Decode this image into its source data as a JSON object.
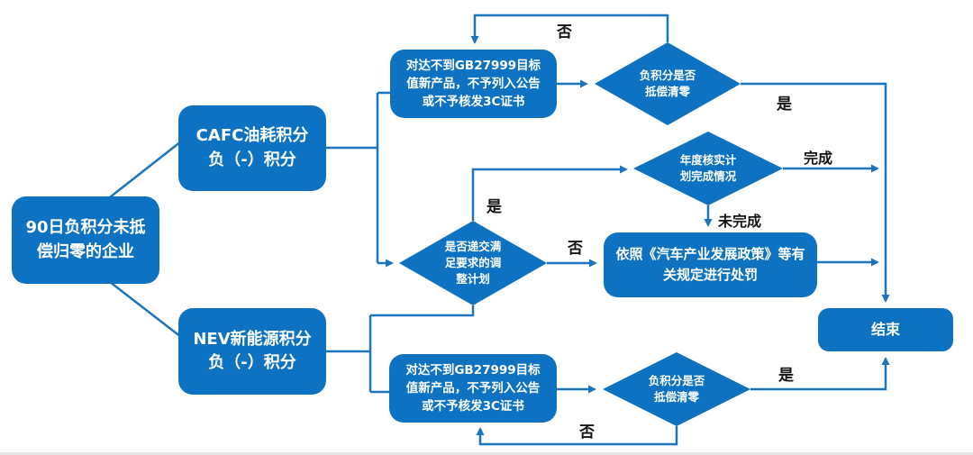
{
  "colors": {
    "node_blue": "#0d72c2",
    "line_blue": "#1a74be",
    "label_black": "#141414",
    "node_text": "#ffffff"
  },
  "nodes": {
    "start": {
      "lines": [
        "90日负积分未抵",
        "偿归零的企业"
      ]
    },
    "cafc": {
      "lines": [
        "CAFC油耗积分",
        "负（-）积分"
      ]
    },
    "nev": {
      "lines": [
        "NEV新能源积分",
        "负（-）积分"
      ]
    },
    "gb_top": {
      "lines": [
        "对达不到GB27999目标",
        "值新产品，不予列入公告",
        "或不予核发3C证书"
      ]
    },
    "gb_bottom": {
      "lines": [
        "对达不到GB27999目标",
        "值新产品，不予列入公告",
        "或不予核发3C证书"
      ]
    },
    "punish": {
      "lines": [
        "依照《汽车产业发展政策》等有",
        "关规定进行处罚"
      ]
    },
    "end": {
      "label": "结束"
    }
  },
  "decisions": {
    "offset_top": {
      "lines": [
        "负积分是否",
        "抵偿清零"
      ]
    },
    "annual": {
      "lines": [
        "年度核实计",
        "划完成情况"
      ]
    },
    "adjustment": {
      "lines": [
        "是否递交满",
        "足要求的调",
        "整计划"
      ]
    },
    "offset_bottom": {
      "lines": [
        "负积分是否",
        "抵偿清零"
      ]
    }
  },
  "edge_labels": {
    "top_no": "否",
    "top_yes": "是",
    "adjustment_yes": "是",
    "annual_complete": "完成",
    "annual_incomplete": "未完成",
    "adjustment_no": "否",
    "bottom_yes": "是",
    "bottom_no": "否"
  }
}
